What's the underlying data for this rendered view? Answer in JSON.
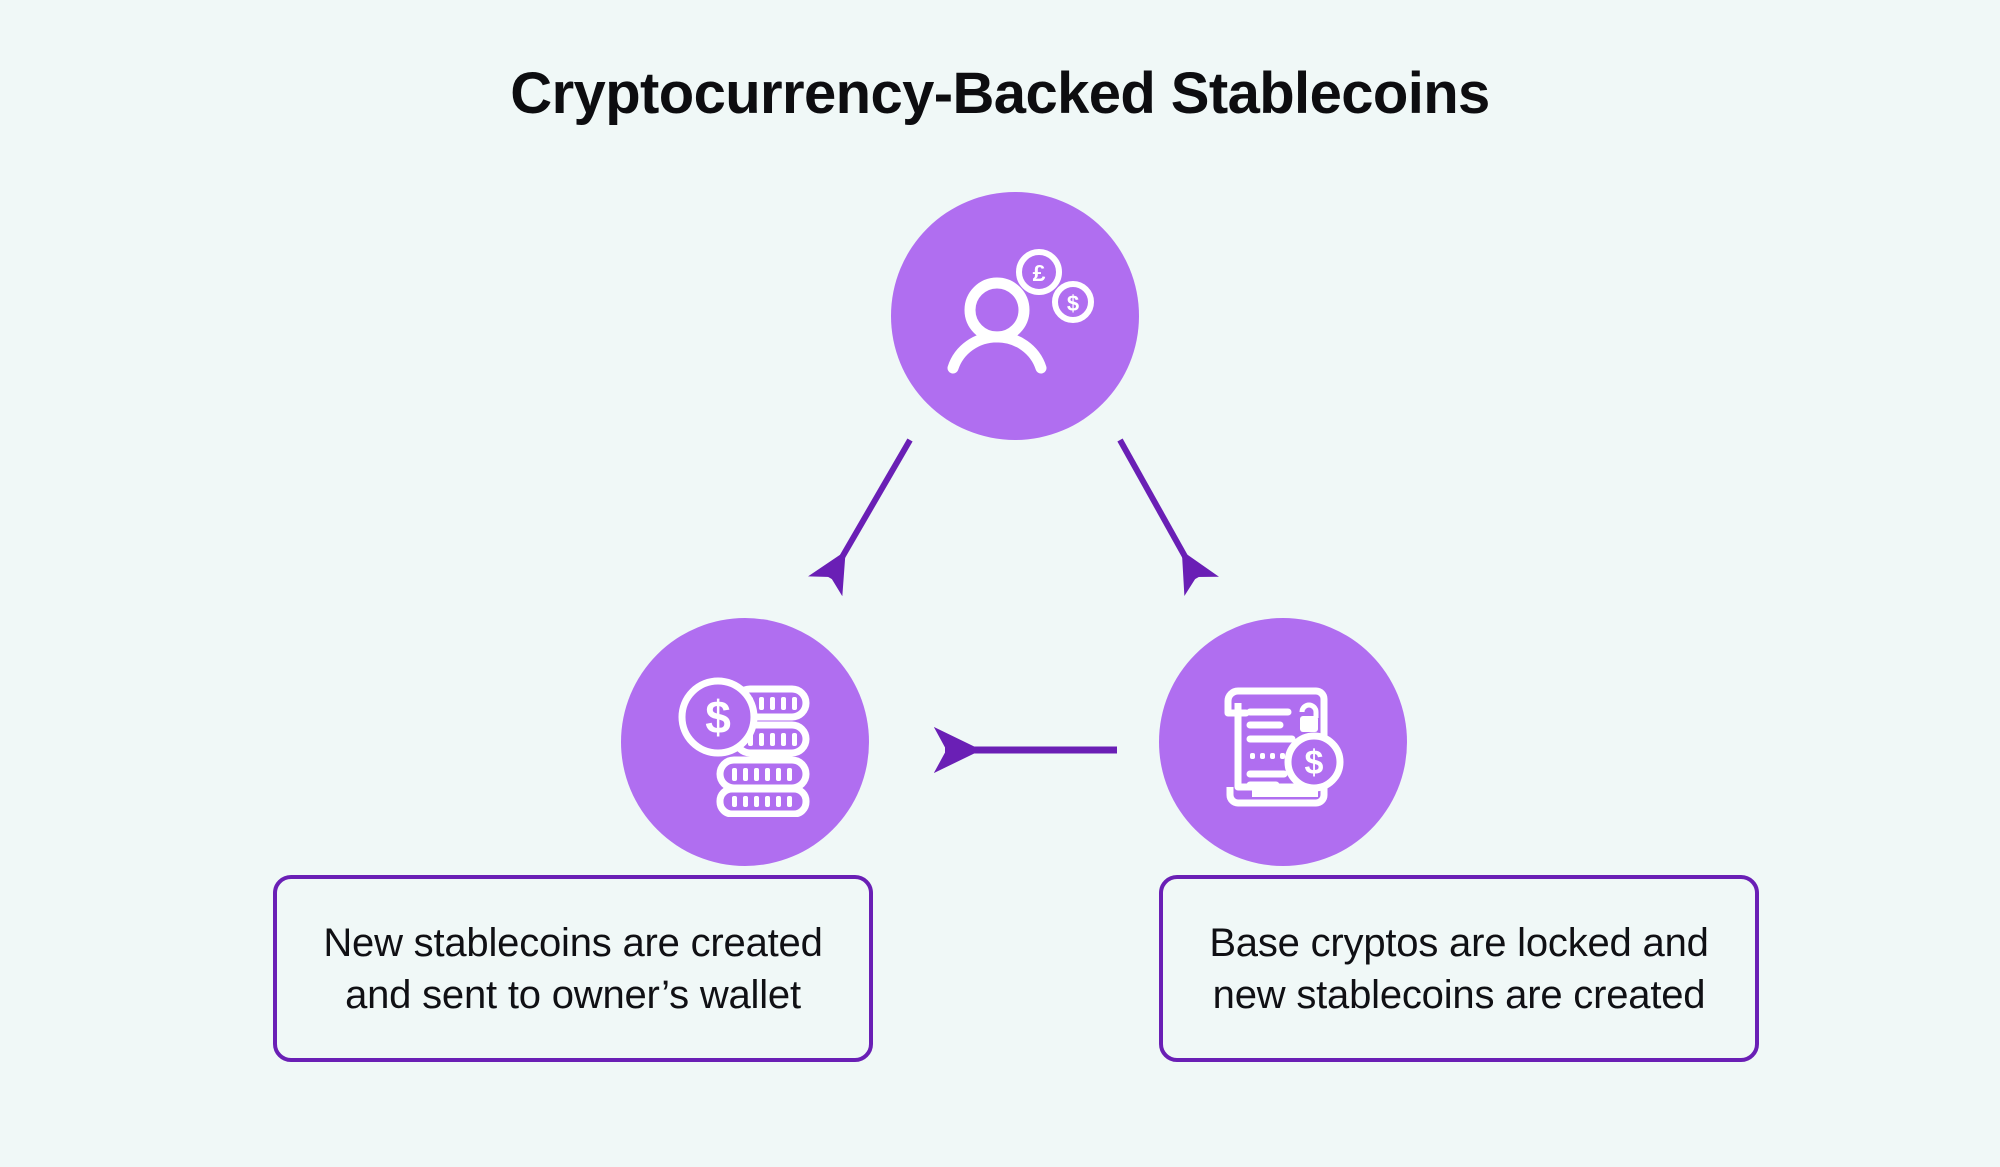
{
  "page": {
    "title": "Cryptocurrency-Backed Stablecoins",
    "background_color": "#f0f8f7",
    "accent_circle_color": "#b06ef0",
    "accent_line_color": "#6a1fb5",
    "text_color": "#101014"
  },
  "nodes": [
    {
      "id": "owner",
      "icon": "person-with-coins-icon",
      "icon_symbols": [
        "£",
        "$"
      ],
      "caption": null
    },
    {
      "id": "coins",
      "icon": "coin-stack-icon",
      "icon_symbols": [
        "$"
      ],
      "caption": "New stablecoins are created and sent to owner’s wallet"
    },
    {
      "id": "contract",
      "icon": "locked-contract-icon",
      "icon_symbols": [
        "$"
      ],
      "caption": "Base cryptos are locked and new stablecoins are created"
    }
  ],
  "captions": {
    "left": "New stablecoins are created and sent to owner’s wallet",
    "right": "Base cryptos are locked and new stablecoins are created"
  },
  "arrows": [
    {
      "name": "owner-to-coins",
      "direction": "down-left",
      "style": "solid"
    },
    {
      "name": "owner-to-contract",
      "direction": "down-right",
      "style": "solid"
    },
    {
      "name": "contract-to-coins",
      "direction": "left",
      "style": "solid"
    }
  ]
}
